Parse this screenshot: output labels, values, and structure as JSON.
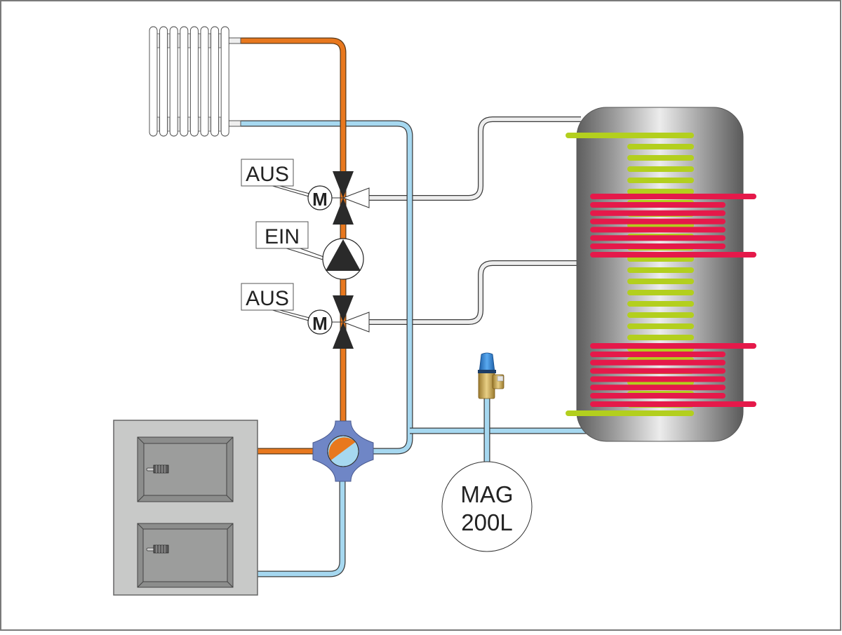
{
  "diagram": {
    "title": "Heating system schematic with buffer tank",
    "labels": {
      "valve_top_state": "AUS",
      "pump_state": "EIN",
      "valve_bottom_state": "AUS",
      "motor_symbol": "M",
      "expansion_vessel_line1": "MAG",
      "expansion_vessel_line2": "200L"
    },
    "components": [
      {
        "id": "radiator",
        "name": "Radiator",
        "sections": 8
      },
      {
        "id": "valve-top",
        "name": "Motorized 3-way valve (top)",
        "state": "AUS"
      },
      {
        "id": "pump",
        "name": "Circulation pump",
        "state": "EIN"
      },
      {
        "id": "valve-bottom",
        "name": "Motorized 3-way valve (bottom)",
        "state": "AUS"
      },
      {
        "id": "mixer",
        "name": "4-way mixing valve"
      },
      {
        "id": "boiler",
        "name": "Solid fuel boiler",
        "doors": 2
      },
      {
        "id": "safety-valve",
        "name": "Safety relief valve"
      },
      {
        "id": "expansion-vessel",
        "name": "Expansion vessel",
        "text": "MAG 200L"
      },
      {
        "id": "buffer-tank",
        "name": "Buffer storage tank",
        "coils": [
          "green coil",
          "red coil upper",
          "red coil lower"
        ]
      }
    ],
    "colors": {
      "supply_pipe": "#e8781e",
      "return_pipe": "#a6d8f0",
      "neutral_pipe": "#eeeeee",
      "pipe_outline": "#3a3a3a",
      "green_coil": "#b3cf1e",
      "red_coil": "#e5194a",
      "mixer_body": "#6f86c6",
      "boiler_body": "#c8c9c8",
      "boiler_door": "#9c9d9c",
      "valve_fill": "#2a2a2a",
      "safety_valve_cap": "#2f7fd0",
      "safety_valve_brass": "#c9a24a"
    }
  }
}
